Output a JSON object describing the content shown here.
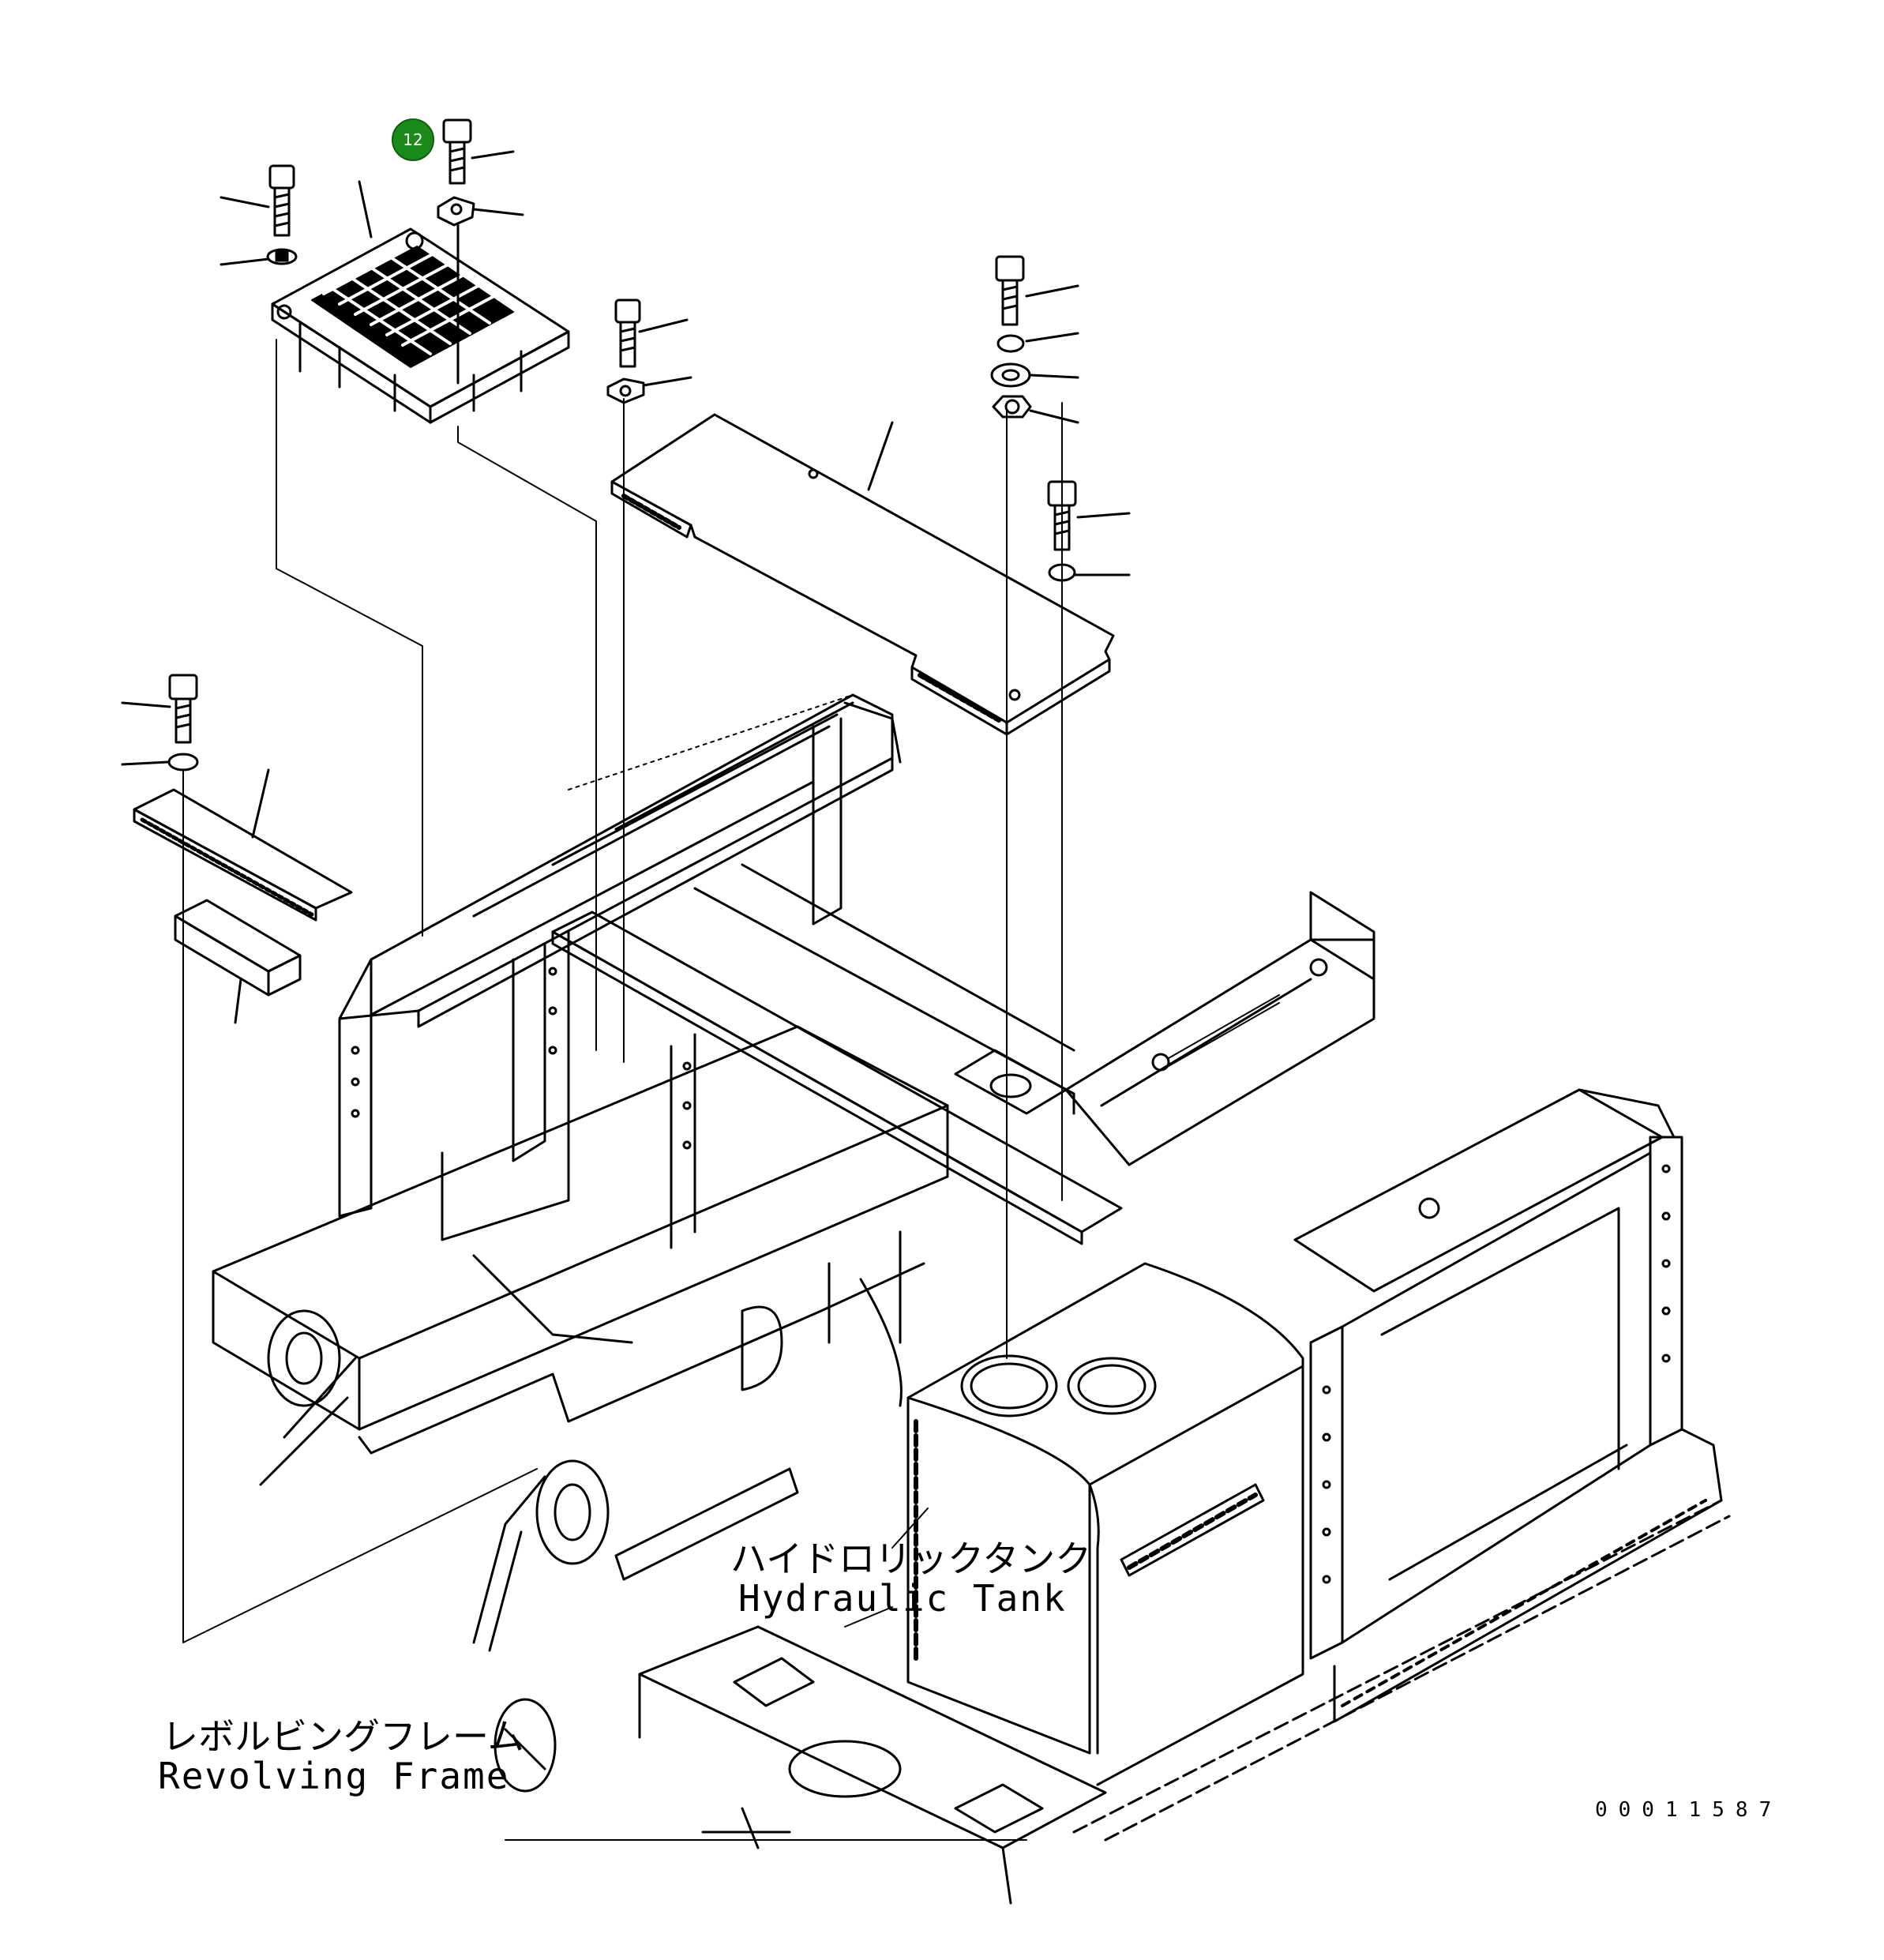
{
  "callout": {
    "number": "12",
    "color": "#1a8a1a"
  },
  "labels": {
    "hydraulic_tank_jp": "ハイドロリックタンク",
    "hydraulic_tank_en": "Hydraulic Tank",
    "revolving_frame_jp": "レボルビングフレーム",
    "revolving_frame_en": "Revolving Frame"
  },
  "reference_number": "00011587",
  "colors": {
    "line": "#000000",
    "background": "#ffffff"
  }
}
